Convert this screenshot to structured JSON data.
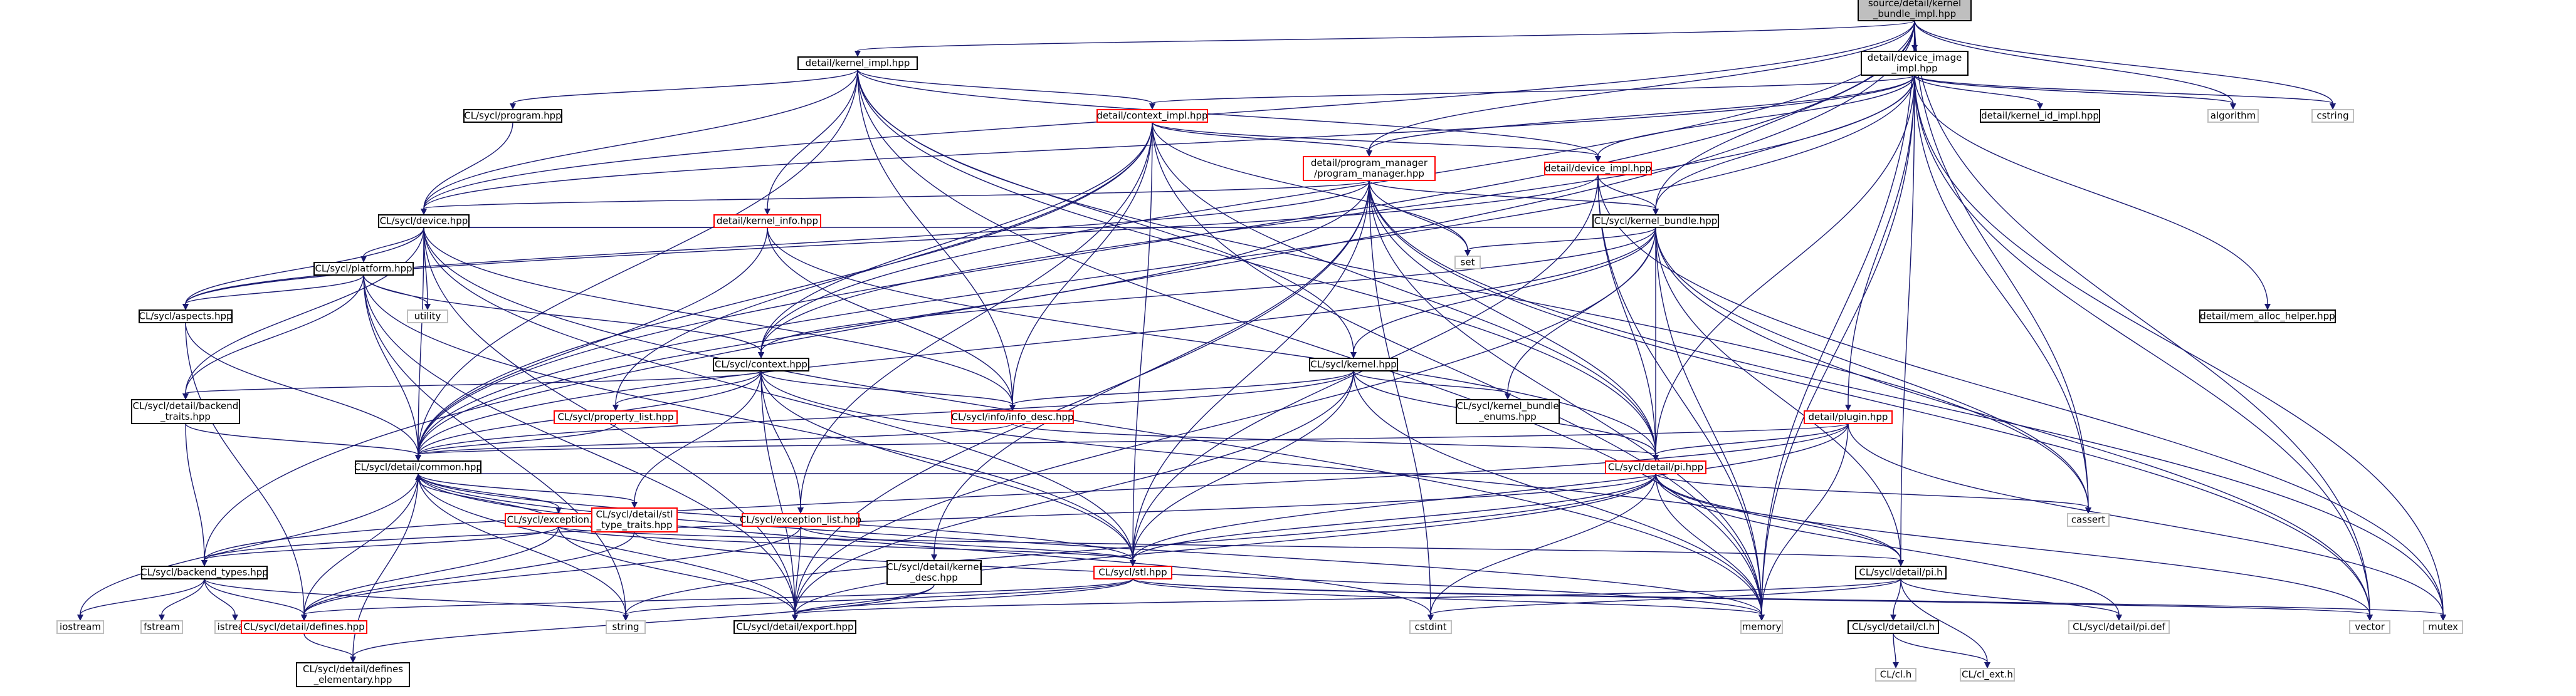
{
  "graph": {
    "nodes": [
      {
        "id": "root",
        "lines": [
          "source/detail/kernel",
          "_bundle_impl.hpp"
        ],
        "style": "root"
      },
      {
        "id": "kernel_impl",
        "lines": [
          "detail/kernel_impl.hpp"
        ],
        "style": "normal"
      },
      {
        "id": "device_image_impl",
        "lines": [
          "detail/device_image",
          "_impl.hpp"
        ],
        "style": "normal"
      },
      {
        "id": "program",
        "lines": [
          "CL/sycl/program.hpp"
        ],
        "style": "normal"
      },
      {
        "id": "context_impl",
        "lines": [
          "detail/context_impl.hpp"
        ],
        "style": "red"
      },
      {
        "id": "kernel_id_impl",
        "lines": [
          "detail/kernel_id_impl.hpp"
        ],
        "style": "normal"
      },
      {
        "id": "algorithm",
        "lines": [
          "algorithm"
        ],
        "style": "ext"
      },
      {
        "id": "cstring",
        "lines": [
          "cstring"
        ],
        "style": "ext"
      },
      {
        "id": "program_manager",
        "lines": [
          "detail/program_manager",
          "/program_manager.hpp"
        ],
        "style": "red"
      },
      {
        "id": "device_impl",
        "lines": [
          "detail/device_impl.hpp"
        ],
        "style": "red"
      },
      {
        "id": "kernel_info",
        "lines": [
          "detail/kernel_info.hpp"
        ],
        "style": "red"
      },
      {
        "id": "kernel_bundle",
        "lines": [
          "CL/sycl/kernel_bundle.hpp"
        ],
        "style": "normal"
      },
      {
        "id": "device",
        "lines": [
          "CL/sycl/device.hpp"
        ],
        "style": "normal"
      },
      {
        "id": "set",
        "lines": [
          "set"
        ],
        "style": "ext"
      },
      {
        "id": "platform",
        "lines": [
          "CL/sycl/platform.hpp"
        ],
        "style": "normal"
      },
      {
        "id": "mem_alloc_helper",
        "lines": [
          "detail/mem_alloc_helper.hpp"
        ],
        "style": "normal"
      },
      {
        "id": "aspects",
        "lines": [
          "CL/sycl/aspects.hpp"
        ],
        "style": "normal"
      },
      {
        "id": "utility",
        "lines": [
          "utility"
        ],
        "style": "ext"
      },
      {
        "id": "context",
        "lines": [
          "CL/sycl/context.hpp"
        ],
        "style": "normal"
      },
      {
        "id": "kernel",
        "lines": [
          "CL/sycl/kernel.hpp"
        ],
        "style": "normal"
      },
      {
        "id": "backend_traits",
        "lines": [
          "CL/sycl/detail/backend",
          "_traits.hpp"
        ],
        "style": "normal"
      },
      {
        "id": "property_list",
        "lines": [
          "CL/sycl/property_list.hpp"
        ],
        "style": "red"
      },
      {
        "id": "info_desc",
        "lines": [
          "CL/sycl/info/info_desc.hpp"
        ],
        "style": "red"
      },
      {
        "id": "kb_enums",
        "lines": [
          "CL/sycl/kernel_bundle",
          "_enums.hpp"
        ],
        "style": "normal"
      },
      {
        "id": "plugin",
        "lines": [
          "detail/plugin.hpp"
        ],
        "style": "red"
      },
      {
        "id": "common",
        "lines": [
          "CL/sycl/detail/common.hpp"
        ],
        "style": "normal"
      },
      {
        "id": "pi_hpp",
        "lines": [
          "CL/sycl/detail/pi.hpp"
        ],
        "style": "red"
      },
      {
        "id": "cassert",
        "lines": [
          "cassert"
        ],
        "style": "ext"
      },
      {
        "id": "exception",
        "lines": [
          "CL/sycl/exception.hpp"
        ],
        "style": "red"
      },
      {
        "id": "type_traits",
        "lines": [
          "CL/sycl/detail/stl",
          "_type_traits.hpp"
        ],
        "style": "red"
      },
      {
        "id": "exception_list",
        "lines": [
          "CL/sycl/exception_list.hpp"
        ],
        "style": "red"
      },
      {
        "id": "backend_types",
        "lines": [
          "CL/sycl/backend_types.hpp"
        ],
        "style": "normal"
      },
      {
        "id": "stl",
        "lines": [
          "CL/sycl/stl.hpp"
        ],
        "style": "red"
      },
      {
        "id": "kernel_desc",
        "lines": [
          "CL/sycl/detail/kernel",
          "_desc.hpp"
        ],
        "style": "normal"
      },
      {
        "id": "pi_h",
        "lines": [
          "CL/sycl/detail/pi.h"
        ],
        "style": "normal"
      },
      {
        "id": "iostream",
        "lines": [
          "iostream"
        ],
        "style": "ext"
      },
      {
        "id": "fstream",
        "lines": [
          "fstream"
        ],
        "style": "ext"
      },
      {
        "id": "istream",
        "lines": [
          "istream"
        ],
        "style": "ext"
      },
      {
        "id": "defines",
        "lines": [
          "CL/sycl/detail/defines.hpp"
        ],
        "style": "red"
      },
      {
        "id": "string",
        "lines": [
          "string"
        ],
        "style": "ext"
      },
      {
        "id": "export",
        "lines": [
          "CL/sycl/detail/export.hpp"
        ],
        "style": "normal"
      },
      {
        "id": "cstdint",
        "lines": [
          "cstdint"
        ],
        "style": "ext"
      },
      {
        "id": "memory",
        "lines": [
          "memory"
        ],
        "style": "ext"
      },
      {
        "id": "cl_h",
        "lines": [
          "CL/sycl/detail/cl.h"
        ],
        "style": "normal"
      },
      {
        "id": "pi_def",
        "lines": [
          "CL/sycl/detail/pi.def"
        ],
        "style": "ext"
      },
      {
        "id": "vector",
        "lines": [
          "vector"
        ],
        "style": "ext"
      },
      {
        "id": "mutex",
        "lines": [
          "mutex"
        ],
        "style": "ext"
      },
      {
        "id": "defines_elementary",
        "lines": [
          "CL/sycl/detail/defines",
          "_elementary.hpp"
        ],
        "style": "normal"
      },
      {
        "id": "cl_cl",
        "lines": [
          "CL/cl.h"
        ],
        "style": "ext"
      },
      {
        "id": "cl_ext",
        "lines": [
          "CL/cl_ext.h"
        ],
        "style": "ext"
      }
    ],
    "edges": [
      [
        "root",
        "kernel_impl"
      ],
      [
        "root",
        "device_image_impl"
      ],
      [
        "root",
        "program_manager"
      ],
      [
        "root",
        "kernel_bundle"
      ],
      [
        "root",
        "algorithm"
      ],
      [
        "root",
        "cstring"
      ],
      [
        "root",
        "context"
      ],
      [
        "root",
        "device"
      ],
      [
        "root",
        "common"
      ],
      [
        "root",
        "backend_types"
      ],
      [
        "root",
        "cassert"
      ],
      [
        "root",
        "vector"
      ],
      [
        "root",
        "memory"
      ],
      [
        "kernel_impl",
        "program"
      ],
      [
        "kernel_impl",
        "context_impl"
      ],
      [
        "kernel_impl",
        "device_impl"
      ],
      [
        "kernel_impl",
        "kernel_info"
      ],
      [
        "kernel_impl",
        "info_desc"
      ],
      [
        "kernel_impl",
        "pi_hpp"
      ],
      [
        "kernel_impl",
        "common"
      ],
      [
        "kernel_impl",
        "memory"
      ],
      [
        "kernel_impl",
        "cassert"
      ],
      [
        "kernel_impl",
        "kernel"
      ],
      [
        "kernel_impl",
        "device"
      ],
      [
        "device_image_impl",
        "kernel_id_impl"
      ],
      [
        "device_image_impl",
        "program_manager"
      ],
      [
        "device_image_impl",
        "context_impl"
      ],
      [
        "device_image_impl",
        "device_impl"
      ],
      [
        "device_image_impl",
        "kernel_bundle"
      ],
      [
        "device_image_impl",
        "algorithm"
      ],
      [
        "device_image_impl",
        "cstring"
      ],
      [
        "device_image_impl",
        "mem_alloc_helper"
      ],
      [
        "device_image_impl",
        "plugin"
      ],
      [
        "device_image_impl",
        "pi_hpp"
      ],
      [
        "device_image_impl",
        "pi_h"
      ],
      [
        "device_image_impl",
        "cassert"
      ],
      [
        "device_image_impl",
        "vector"
      ],
      [
        "device_image_impl",
        "mutex"
      ],
      [
        "device_image_impl",
        "memory"
      ],
      [
        "device_image_impl",
        "device"
      ],
      [
        "device_image_impl",
        "context"
      ],
      [
        "device_image_impl",
        "common"
      ],
      [
        "program",
        "device"
      ],
      [
        "context_impl",
        "program_manager"
      ],
      [
        "context_impl",
        "device_impl"
      ],
      [
        "context_impl",
        "info_desc"
      ],
      [
        "context_impl",
        "context"
      ],
      [
        "context_impl",
        "common"
      ],
      [
        "context_impl",
        "stl"
      ],
      [
        "context_impl",
        "pi_hpp"
      ],
      [
        "context_impl",
        "exception_list"
      ],
      [
        "context_impl",
        "property_list"
      ],
      [
        "context_impl",
        "memory"
      ],
      [
        "context_impl",
        "set"
      ],
      [
        "program_manager",
        "kernel_bundle"
      ],
      [
        "program_manager",
        "device"
      ],
      [
        "program_manager",
        "set"
      ],
      [
        "program_manager",
        "cstdint"
      ],
      [
        "program_manager",
        "memory"
      ],
      [
        "program_manager",
        "vector"
      ],
      [
        "program_manager",
        "export"
      ],
      [
        "program_manager",
        "pi_hpp"
      ],
      [
        "program_manager",
        "stl"
      ],
      [
        "program_manager",
        "common"
      ],
      [
        "program_manager",
        "kernel_desc"
      ],
      [
        "program_manager",
        "aspects"
      ],
      [
        "program_manager",
        "mutex"
      ],
      [
        "device_impl",
        "kernel_bundle"
      ],
      [
        "device_impl",
        "pi_hpp"
      ],
      [
        "device_impl",
        "stl"
      ],
      [
        "device_impl",
        "memory"
      ],
      [
        "device_impl",
        "aspects"
      ],
      [
        "device_impl",
        "mutex"
      ],
      [
        "kernel_info",
        "device"
      ],
      [
        "kernel_info",
        "info_desc"
      ],
      [
        "kernel_info",
        "common"
      ],
      [
        "kernel_info",
        "pi_hpp"
      ],
      [
        "kernel_bundle",
        "device"
      ],
      [
        "kernel_bundle",
        "set"
      ],
      [
        "kernel_bundle",
        "kernel"
      ],
      [
        "kernel_bundle",
        "context"
      ],
      [
        "kernel_bundle",
        "kb_enums"
      ],
      [
        "kernel_bundle",
        "pi_hpp"
      ],
      [
        "kernel_bundle",
        "pi_h"
      ],
      [
        "kernel_bundle",
        "cassert"
      ],
      [
        "kernel_bundle",
        "vector"
      ],
      [
        "kernel_bundle",
        "memory"
      ],
      [
        "kernel_bundle",
        "common"
      ],
      [
        "kernel_bundle",
        "export"
      ],
      [
        "device",
        "platform"
      ],
      [
        "device",
        "aspects"
      ],
      [
        "device",
        "utility"
      ],
      [
        "device",
        "info_desc"
      ],
      [
        "device",
        "common"
      ],
      [
        "device",
        "backend_traits"
      ],
      [
        "device",
        "stl"
      ],
      [
        "device",
        "export"
      ],
      [
        "device",
        "memory"
      ],
      [
        "platform",
        "aspects"
      ],
      [
        "platform",
        "context"
      ],
      [
        "platform",
        "utility"
      ],
      [
        "platform",
        "common"
      ],
      [
        "platform",
        "backend_traits"
      ],
      [
        "platform",
        "stl"
      ],
      [
        "platform",
        "export"
      ],
      [
        "platform",
        "string"
      ],
      [
        "aspects",
        "common"
      ],
      [
        "aspects",
        "defines"
      ],
      [
        "context",
        "property_list"
      ],
      [
        "context",
        "info_desc"
      ],
      [
        "context",
        "common"
      ],
      [
        "context",
        "backend_traits"
      ],
      [
        "context",
        "stl"
      ],
      [
        "context",
        "export"
      ],
      [
        "context",
        "exception_list"
      ],
      [
        "context",
        "type_traits"
      ],
      [
        "context",
        "pi_h"
      ],
      [
        "kernel",
        "kb_enums"
      ],
      [
        "kernel",
        "info_desc"
      ],
      [
        "kernel",
        "common"
      ],
      [
        "kernel",
        "stl"
      ],
      [
        "kernel",
        "export"
      ],
      [
        "kernel",
        "pi_hpp"
      ],
      [
        "kernel",
        "memory"
      ],
      [
        "backend_traits",
        "common"
      ],
      [
        "backend_traits",
        "backend_types"
      ],
      [
        "property_list",
        "common"
      ],
      [
        "info_desc",
        "common"
      ],
      [
        "info_desc",
        "pi_hpp"
      ],
      [
        "plugin",
        "pi_hpp"
      ],
      [
        "plugin",
        "common"
      ],
      [
        "plugin",
        "stl"
      ],
      [
        "plugin",
        "memory"
      ],
      [
        "plugin",
        "mutex"
      ],
      [
        "plugin",
        "backend_types"
      ],
      [
        "common",
        "exception"
      ],
      [
        "common",
        "type_traits"
      ],
      [
        "common",
        "defines"
      ],
      [
        "common",
        "export"
      ],
      [
        "common",
        "pi_hpp"
      ],
      [
        "common",
        "cstdint"
      ],
      [
        "common",
        "string"
      ],
      [
        "common",
        "iostream"
      ],
      [
        "common",
        "memory"
      ],
      [
        "common",
        "defines_elementary"
      ],
      [
        "common",
        "stl"
      ],
      [
        "pi_hpp",
        "cassert"
      ],
      [
        "pi_hpp",
        "cstdint"
      ],
      [
        "pi_hpp",
        "export"
      ],
      [
        "pi_hpp",
        "pi_h"
      ],
      [
        "pi_hpp",
        "stl"
      ],
      [
        "pi_hpp",
        "memory"
      ],
      [
        "pi_hpp",
        "string"
      ],
      [
        "pi_hpp",
        "vector"
      ],
      [
        "pi_hpp",
        "pi_def"
      ],
      [
        "pi_hpp",
        "backend_types"
      ],
      [
        "exception",
        "common"
      ],
      [
        "exception",
        "stl"
      ],
      [
        "exception",
        "export"
      ],
      [
        "exception",
        "pi_h"
      ],
      [
        "exception",
        "defines"
      ],
      [
        "exception",
        "backend_types"
      ],
      [
        "type_traits",
        "memory"
      ],
      [
        "type_traits",
        "defines"
      ],
      [
        "exception_list",
        "stl"
      ],
      [
        "exception_list",
        "export"
      ],
      [
        "exception_list",
        "defines"
      ],
      [
        "backend_types",
        "iostream"
      ],
      [
        "backend_types",
        "fstream"
      ],
      [
        "backend_types",
        "istream"
      ],
      [
        "backend_types",
        "string"
      ],
      [
        "backend_types",
        "defines"
      ],
      [
        "stl",
        "export"
      ],
      [
        "stl",
        "memory"
      ],
      [
        "stl",
        "string"
      ],
      [
        "stl",
        "vector"
      ],
      [
        "stl",
        "defines"
      ],
      [
        "stl",
        "mutex"
      ],
      [
        "kernel_desc",
        "export"
      ],
      [
        "kernel_desc",
        "defines_elementary"
      ],
      [
        "pi_h",
        "cl_h"
      ],
      [
        "pi_h",
        "cl_ext"
      ],
      [
        "pi_h",
        "cstdint"
      ],
      [
        "pi_h",
        "export"
      ],
      [
        "pi_h",
        "pi_def"
      ],
      [
        "cl_h",
        "cl_cl"
      ],
      [
        "cl_h",
        "cl_ext"
      ],
      [
        "defines",
        "defines_elementary"
      ]
    ]
  }
}
